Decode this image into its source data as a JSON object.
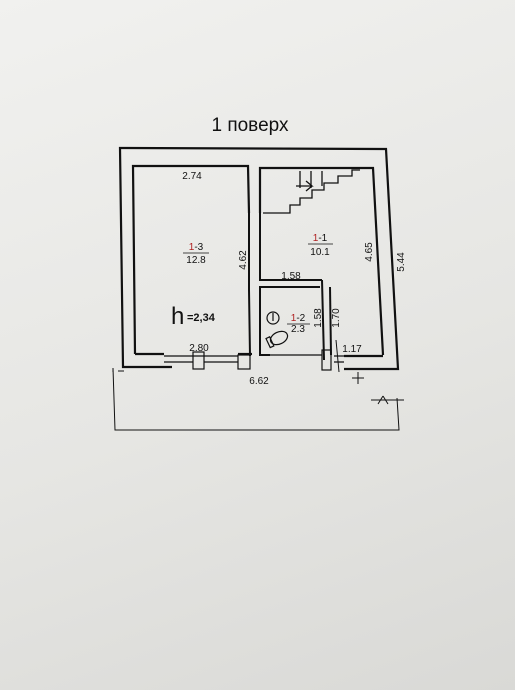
{
  "title": "1 поверх",
  "rooms": [
    {
      "number": "1-3",
      "area": "12.8"
    },
    {
      "number": "1-1",
      "area": "10.1"
    },
    {
      "number": "1-2",
      "area": "2.3"
    }
  ],
  "height": {
    "symbol": "h",
    "value": "=2,34"
  },
  "dimensions": {
    "room3_width": "2.74",
    "room3_depth": "4.62",
    "room1_depth": "4.65",
    "room2_width": "1.58",
    "room2_depth_a": "1.58",
    "room2_depth_b": "1.70",
    "doorway_a": "1.17",
    "front": "2.80",
    "total_width": "6.62",
    "total_depth": "5.44"
  },
  "colors": {
    "line": "#111111",
    "accent": "#b02020"
  }
}
